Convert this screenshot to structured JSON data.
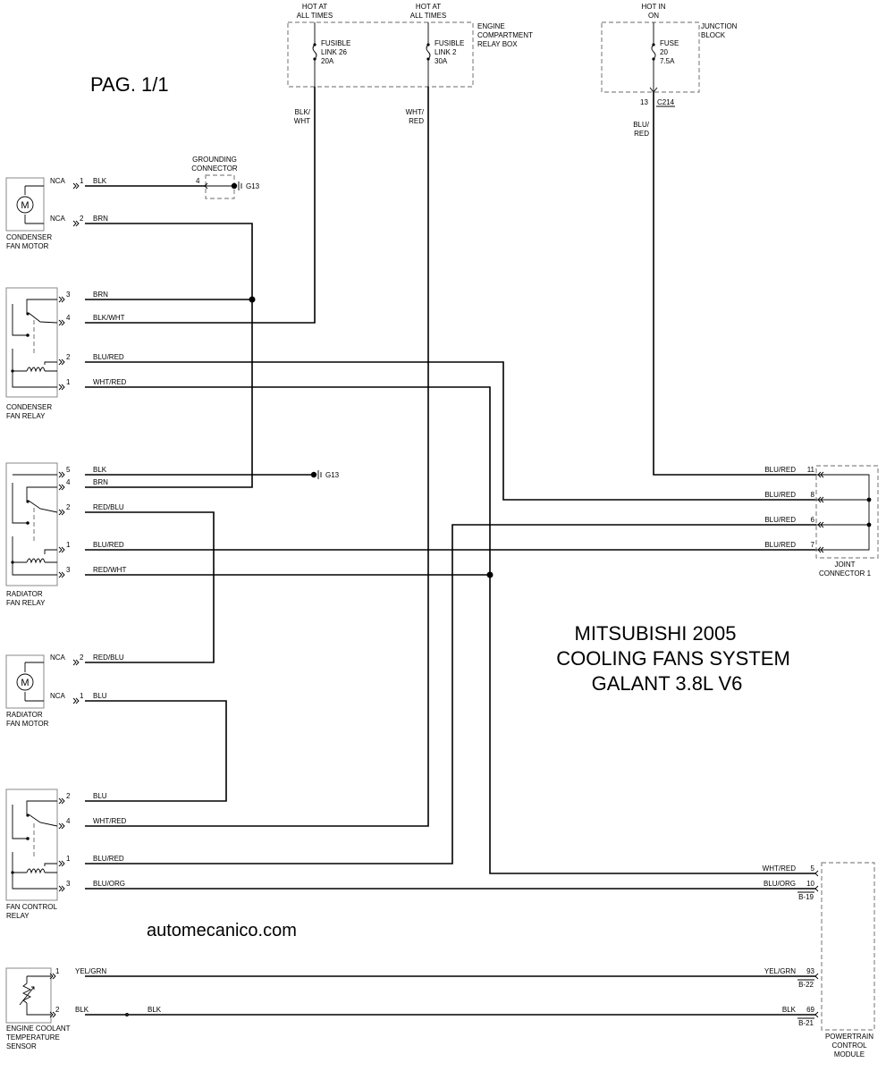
{
  "page_label": "PAG. 1/1",
  "title_lines": [
    "MITSUBISHI 2005",
    "COOLING FANS SYSTEM",
    "GALANT 3.8L V6"
  ],
  "watermark": "automecanico.com",
  "power": {
    "hot1_lines": [
      "HOT AT",
      "ALL TIMES"
    ],
    "hot2_lines": [
      "HOT AT",
      "ALL TIMES"
    ],
    "hot3_lines": [
      "HOT IN",
      "ON"
    ],
    "relay_box_lines": [
      "ENGINE",
      "COMPARTMENT",
      "RELAY BOX"
    ],
    "fl26_lines": [
      "FUSIBLE",
      "LINK 26",
      "20A"
    ],
    "fl2_lines": [
      "FUSIBLE",
      "LINK 2",
      "30A"
    ],
    "junction_lines": [
      "JUNCTION",
      "BLOCK"
    ],
    "fuse20_lines": [
      "FUSE",
      "20",
      "7.5A"
    ],
    "c214_pin": "13",
    "c214": "C214",
    "wire_blkwht": [
      "BLK/",
      "WHT"
    ],
    "wire_whtred": [
      "WHT/",
      "RED"
    ],
    "wire_blured": [
      "BLU/",
      "RED"
    ]
  },
  "grounding": {
    "lines": [
      "GROUNDING",
      "CONNECTOR"
    ],
    "pin": "4",
    "g13_label": "G13",
    "g13_label2": "G13"
  },
  "condenser_motor": {
    "label_lines": [
      "CONDENSER",
      "FAN MOTOR"
    ],
    "motor_symbol": "M",
    "w1": {
      "nca": "NCA",
      "pin": "1",
      "color": "BLK"
    },
    "w2": {
      "nca": "NCA",
      "pin": "2",
      "color": "BRN"
    }
  },
  "condenser_relay": {
    "label_lines": [
      "CONDENSER",
      "FAN RELAY"
    ],
    "w3": {
      "pin": "3",
      "color": "BRN"
    },
    "w4": {
      "pin": "4",
      "color": "BLK/WHT"
    },
    "w2": {
      "pin": "2",
      "color": "BLU/RED"
    },
    "w1": {
      "pin": "1",
      "color": "WHT/RED"
    }
  },
  "radiator_relay": {
    "label_lines": [
      "RADIATOR",
      "FAN RELAY"
    ],
    "w5": {
      "pin": "5",
      "color": "BLK"
    },
    "w4": {
      "pin": "4",
      "color": "BRN"
    },
    "w2": {
      "pin": "2",
      "color": "RED/BLU"
    },
    "w1": {
      "pin": "1",
      "color": "BLU/RED"
    },
    "w3": {
      "pin": "3",
      "color": "RED/WHT"
    }
  },
  "radiator_motor": {
    "label_lines": [
      "RADIATOR",
      "FAN MOTOR"
    ],
    "motor_symbol": "M",
    "w2": {
      "nca": "NCA",
      "pin": "2",
      "color": "RED/BLU"
    },
    "w1": {
      "nca": "NCA",
      "pin": "1",
      "color": "BLU"
    }
  },
  "fan_control_relay": {
    "label_lines": [
      "FAN CONTROL",
      "RELAY"
    ],
    "w2": {
      "pin": "2",
      "color": "BLU"
    },
    "w4": {
      "pin": "4",
      "color": "WHT/RED"
    },
    "w1": {
      "pin": "1",
      "color": "BLU/RED"
    },
    "w3": {
      "pin": "3",
      "color": "BLU/ORG"
    }
  },
  "sensor": {
    "label_lines": [
      "ENGINE COOLANT",
      "TEMPERATURE",
      "SENSOR"
    ],
    "w1": {
      "pin": "1",
      "color": "YEL/GRN"
    },
    "w2": {
      "pin": "2",
      "color": "BLK",
      "color_b": "BLK"
    }
  },
  "joint_connector": {
    "label_lines": [
      "JOINT",
      "CONNECTOR 1"
    ],
    "pins": [
      {
        "color": "BLU/RED",
        "pin": "11"
      },
      {
        "color": "BLU/RED",
        "pin": "8"
      },
      {
        "color": "BLU/RED",
        "pin": "6"
      },
      {
        "color": "BLU/RED",
        "pin": "7"
      }
    ]
  },
  "pcm": {
    "label_lines": [
      "POWERTRAIN",
      "CONTROL",
      "MODULE"
    ],
    "pins": [
      {
        "color": "WHT/RED",
        "pin": "5"
      },
      {
        "color": "BLU/ORG",
        "pin": "10"
      },
      {
        "color": "YEL/GRN",
        "pin": "93"
      },
      {
        "color": "BLK",
        "pin": "69"
      }
    ],
    "conn_b19": "B-19",
    "conn_b22": "B-22",
    "conn_b21": "B-21"
  }
}
